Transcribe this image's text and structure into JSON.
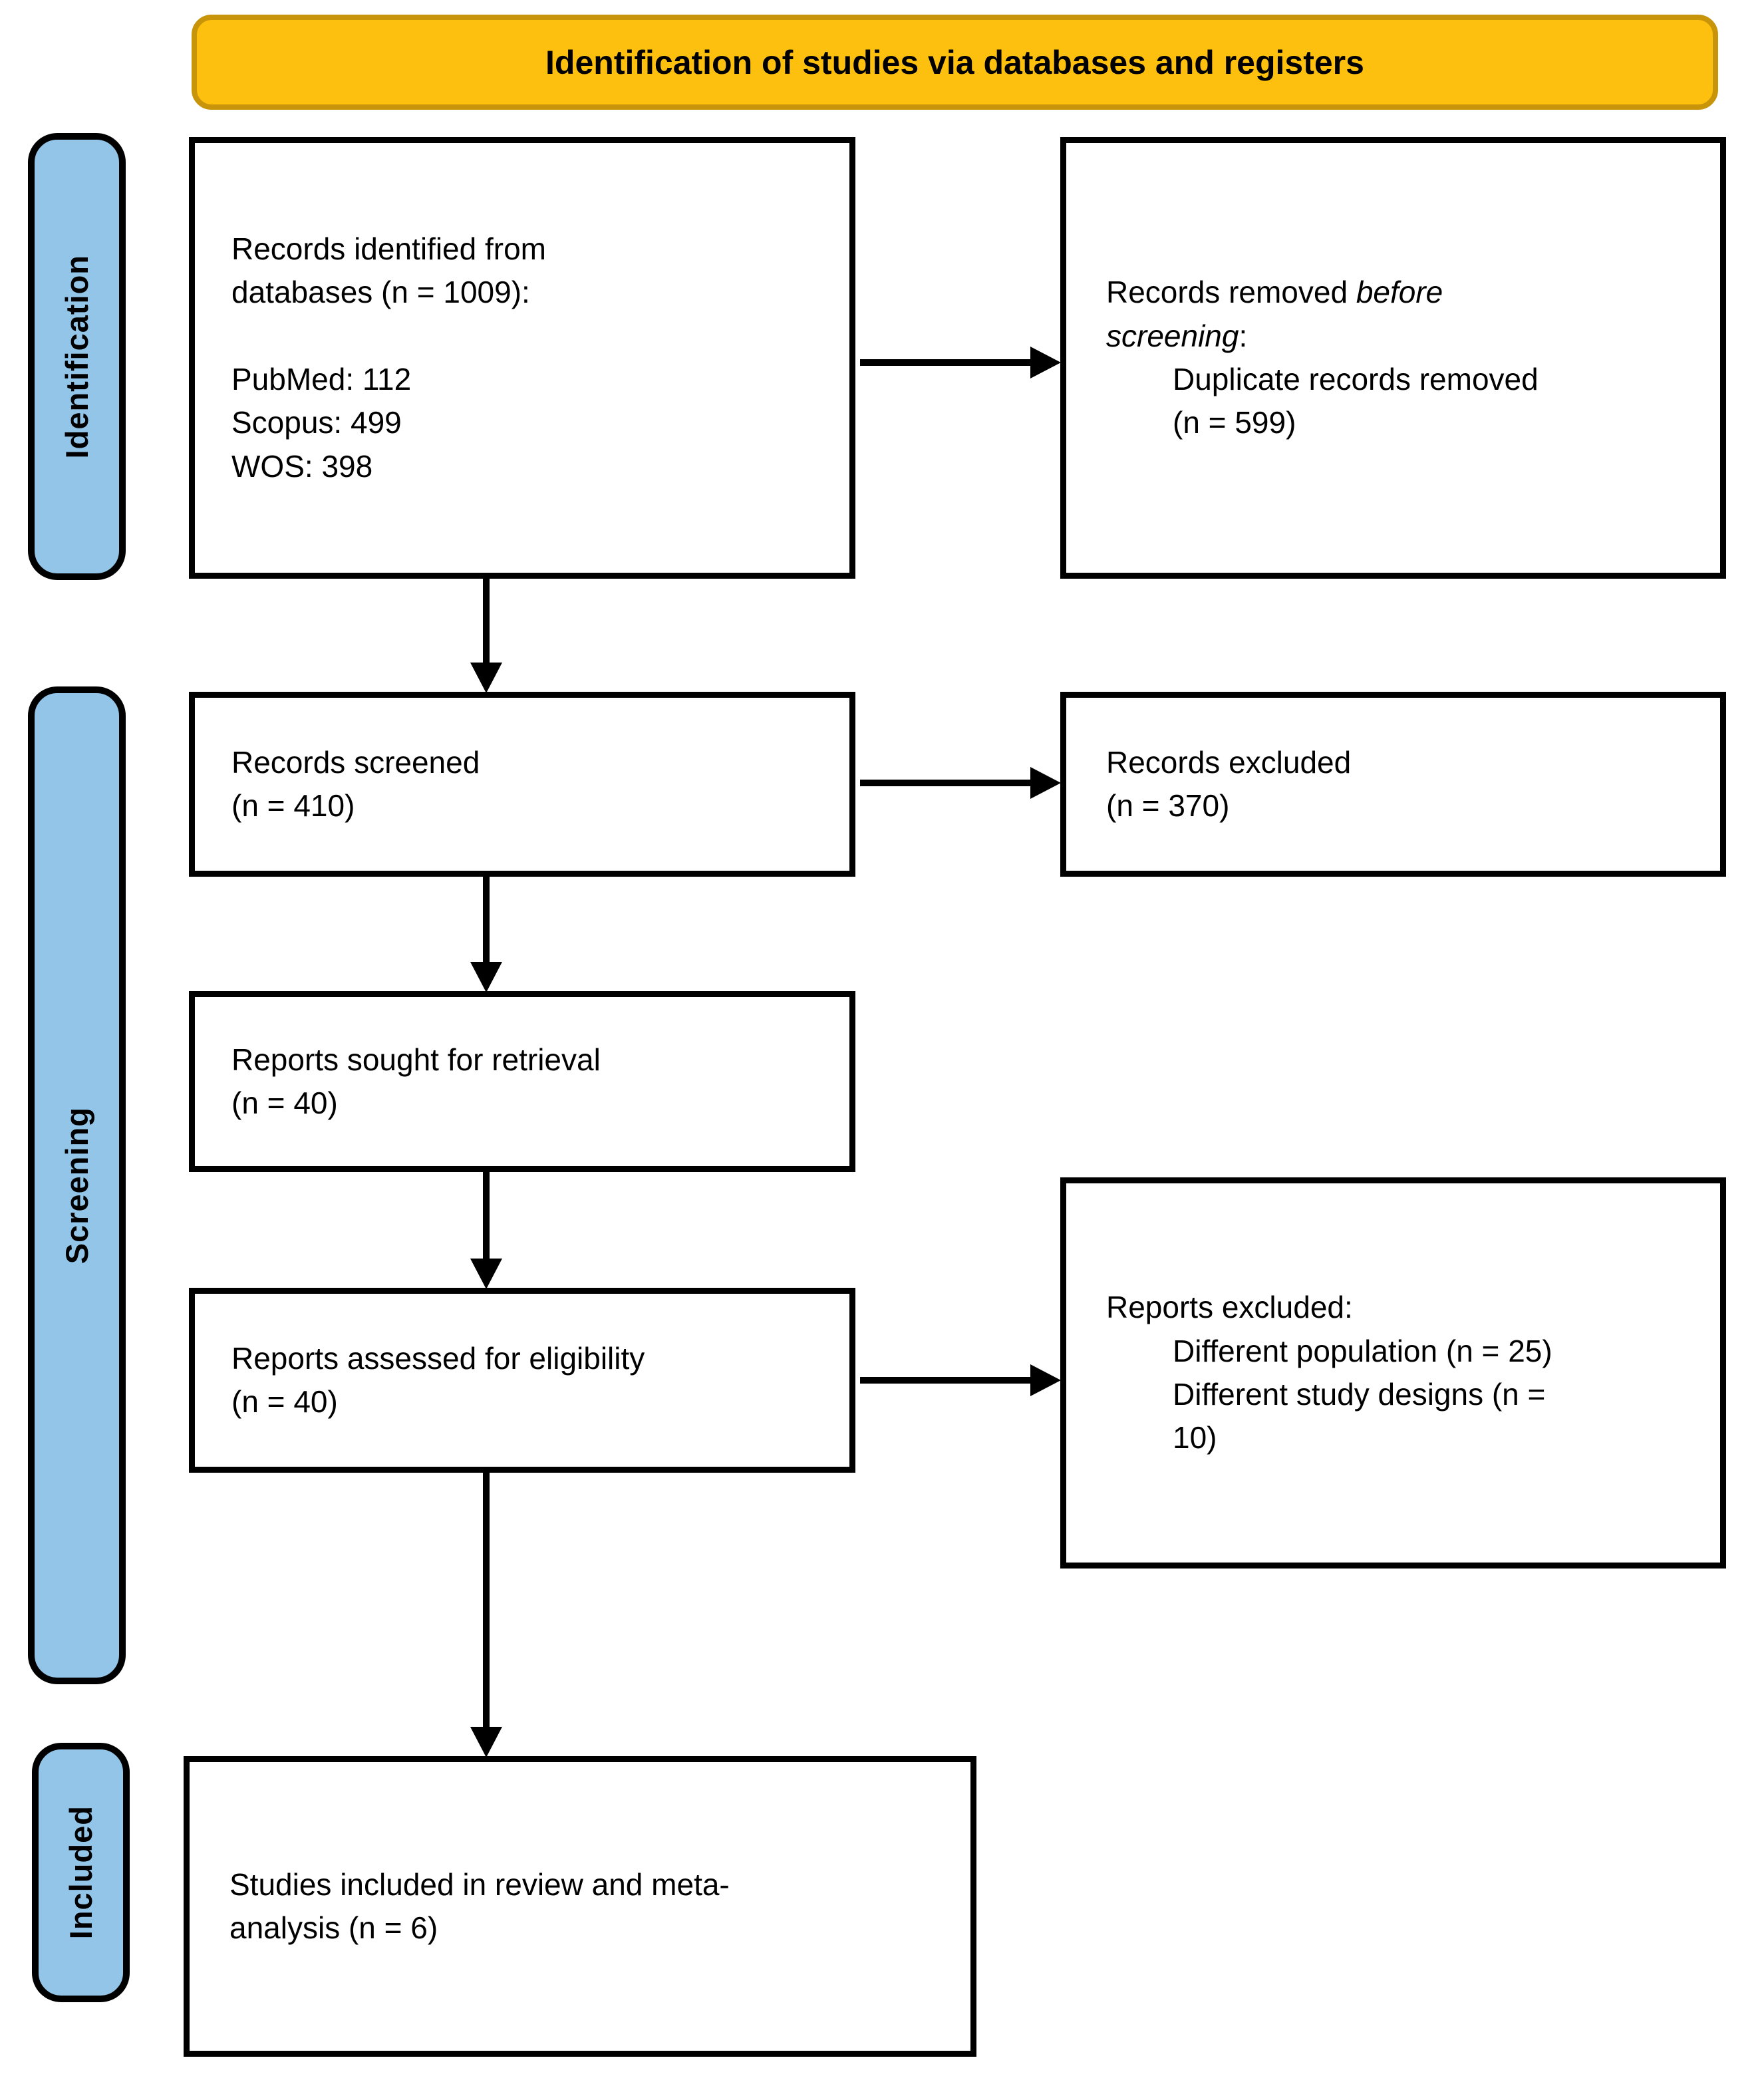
{
  "header": {
    "title": "Identification of studies via databases and registers"
  },
  "sidebar": {
    "identification_label": "Identification",
    "screening_label": "Screening",
    "included_label": "Included"
  },
  "flow": {
    "records_identified": {
      "lines": [
        "Records identified from",
        "databases (n = 1009):",
        "",
        "PubMed: 112",
        "Scopus: 499",
        "WOS: 398"
      ]
    },
    "records_removed": {
      "intro_normal": "Records removed ",
      "intro_italic_1": "before",
      "intro_italic_2": "screening",
      "intro_colon": ":",
      "details": [
        "Duplicate records removed",
        "(n = 599)"
      ]
    },
    "records_screened": {
      "lines": [
        "Records screened",
        "(n = 410)"
      ]
    },
    "records_excluded": {
      "lines": [
        "Records excluded",
        "(n = 370)"
      ]
    },
    "reports_sought": {
      "lines": [
        "Reports sought for retrieval",
        "(n = 40)"
      ]
    },
    "reports_assessed": {
      "lines": [
        "Reports assessed for eligibility",
        "(n = 40)"
      ]
    },
    "reports_excluded": {
      "title": "Reports excluded:",
      "details": [
        "Different population (n = 25)",
        "Different study designs (n =",
        "10)"
      ]
    },
    "studies_included": {
      "lines": [
        "Studies included in review and meta-",
        "analysis (n = 6)"
      ]
    }
  },
  "connections": [
    "records_identified -> records_removed",
    "records_identified -> records_screened",
    "records_screened -> records_excluded",
    "records_screened -> reports_sought",
    "reports_sought -> reports_assessed",
    "reports_assessed -> reports_excluded",
    "reports_assessed -> studies_included"
  ],
  "colors": {
    "banner_fill": "#FEC00F",
    "banner_border": "#C8940A",
    "stage_bar_fill": "#92C5E7",
    "box_border": "#000000",
    "arrow": "#000000",
    "text": "#000000",
    "background": "#FFFFFF"
  }
}
